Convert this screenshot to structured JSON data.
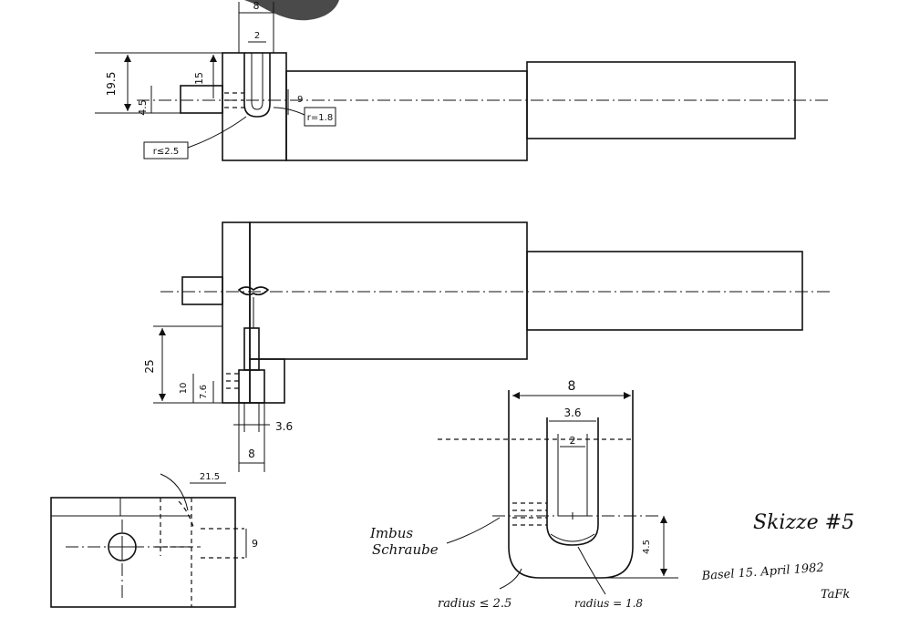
{
  "dims": {
    "top_8": "8",
    "top_2": "2",
    "top_19_5": "19.5",
    "top_15": "15",
    "top_4_5": "4.5",
    "top_9": "9",
    "top_r18": "r=1.8",
    "top_r25": "r≤2.5",
    "mid_25": "25",
    "mid_10": "10",
    "mid_7_6": "7.6",
    "mid_3_6": "3.6",
    "mid_8": "8",
    "low_21_5": "21.5",
    "low_9": "9",
    "det_8": "8",
    "det_3_6": "3.6",
    "det_2": "2",
    "det_4_5": "4.5"
  },
  "labels": {
    "imbus": "Imbus",
    "schraube": "Schraube",
    "radius_le": "radius ≤ 2.5",
    "radius_eq": "radius = 1.8",
    "skizze": "Skizze #5",
    "date": "Basel 15. April 1982",
    "initials": "TaFk"
  }
}
